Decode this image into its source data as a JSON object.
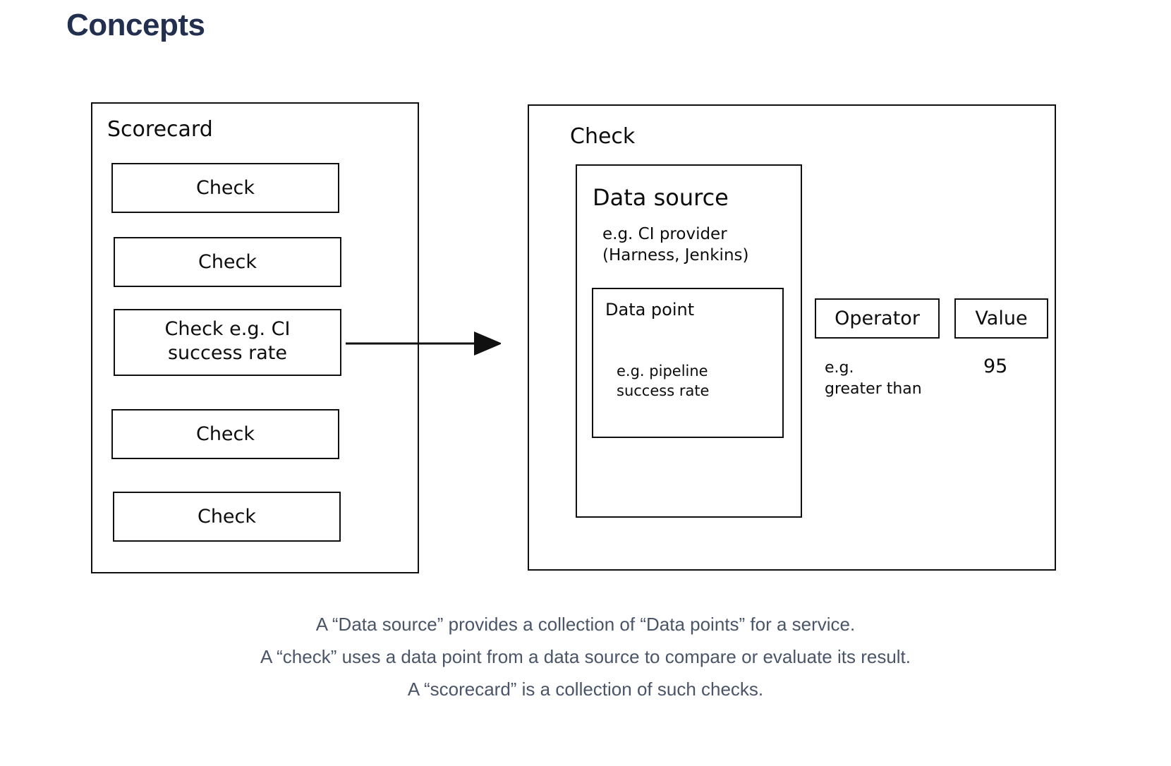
{
  "page": {
    "title": "Concepts",
    "title_color": "#222f4e",
    "background": "#ffffff",
    "stroke_color": "#101010"
  },
  "diagram": {
    "scorecard": {
      "label": "Scorecard",
      "checks": [
        {
          "label": "Check"
        },
        {
          "label": "Check"
        },
        {
          "label_line1": "Check e.g. CI",
          "label_line2": "success rate"
        },
        {
          "label": "Check"
        },
        {
          "label": "Check"
        }
      ]
    },
    "arrow": {
      "name": "scorecard-to-check-arrow",
      "direction": "right"
    },
    "check_detail": {
      "label": "Check",
      "data_source": {
        "label": "Data source",
        "example_line1": "e.g. CI provider",
        "example_line2": "(Harness, Jenkins)",
        "data_point": {
          "label": "Data point",
          "example_line1": "e.g. pipeline",
          "example_line2": "success rate"
        }
      },
      "operator": {
        "label": "Operator",
        "example_line1": "e.g.",
        "example_line2": "greater than"
      },
      "value": {
        "label": "Value",
        "example": "95"
      }
    }
  },
  "caption": {
    "color": "#4a5568",
    "lines": [
      "A “Data source” provides a collection of “Data points” for a service.",
      "A “check” uses a data point from a data source to compare or evaluate its result.",
      "A “scorecard” is a collection of such checks."
    ]
  }
}
